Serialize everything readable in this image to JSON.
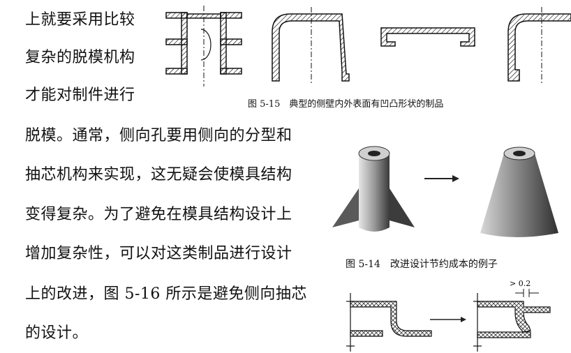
{
  "text_lines": [
    "上就要采用比较",
    "复杂的脱模机构",
    "才能对制件进行",
    "脱模。通常，侧向孔要用侧向的分型和",
    "抽芯机构来实现，这无疑会使模具结构",
    "变得复杂。为了避免在模具结构设计上",
    "增加复杂性，可以对这类制品进行设计",
    "上的改进，图 5-16 所示是避免侧向抽芯",
    "的设计。"
  ],
  "captions": {
    "fig_5_15": "图 5-15　典型的侧壁内外表面有凹凸形状的制品",
    "fig_5_14": "图 5-14　改进设计节约成本的例子"
  },
  "annotations": {
    "gap_label": "> 0.2"
  }
}
